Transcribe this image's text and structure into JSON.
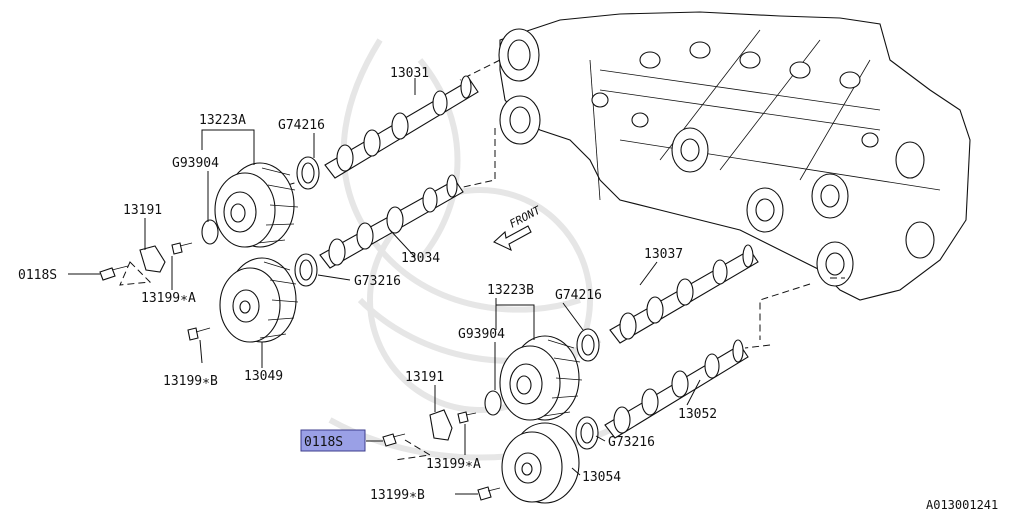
{
  "diagram": {
    "labels": {
      "cam_upper_intake": "13031",
      "sprocket_upper_a": "13223A",
      "seal_upper_1": "G74216",
      "oring_upper": "G93904",
      "plate_upper": "13191",
      "bolt_upper": "0118S",
      "bolt_upper_a": "13199∗A",
      "cam_upper_exhaust": "13034",
      "seal_upper_2": "G73216",
      "bolt_upper_b": "13199∗B",
      "sprocket_upper_b": "13049",
      "cam_lower_intake": "13037",
      "sprocket_lower_b": "13223B",
      "seal_lower_1": "G74216",
      "oring_lower": "G93904",
      "plate_lower": "13191",
      "bolt_lower": "0118S",
      "bolt_lower_a": "13199∗A",
      "cam_lower_exhaust": "13052",
      "seal_lower_2": "G73216",
      "bolt_lower_b": "13199∗B",
      "sprocket_lower_2": "13054"
    },
    "front_marker": "FRONT",
    "catalog_code": "A013001241",
    "colors": {
      "highlight_fill": "#9aa0e6",
      "highlight_stroke": "#3c3c8c",
      "line": "#111111"
    }
  }
}
